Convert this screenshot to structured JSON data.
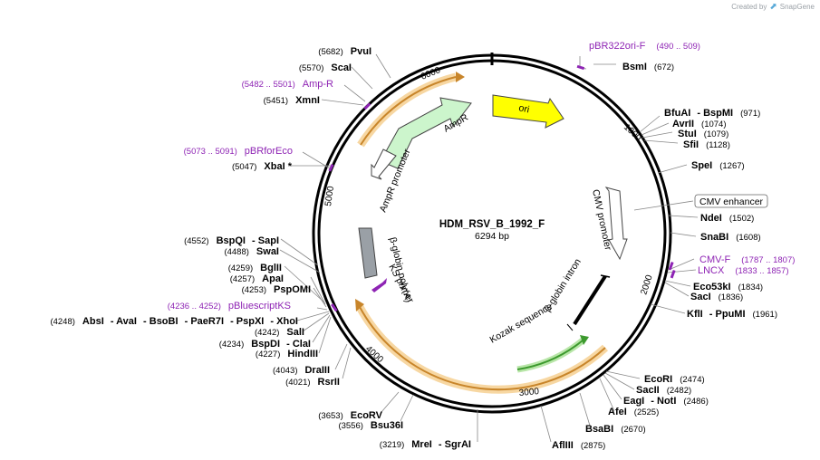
{
  "title": "HDM_RSV_B_1992_F",
  "length": "6294 bp",
  "credit": {
    "prefix": "Created by",
    "brand": "SnapGene"
  },
  "ticks": [
    "1000",
    "2000",
    "3000",
    "4000",
    "5000",
    "6000"
  ],
  "enzymes": [
    {
      "name": "BsmI",
      "pos": "(672)"
    },
    {
      "name": "BfuAI",
      "pos": ""
    },
    {
      "name": "BspMI",
      "pos": "(971)"
    },
    {
      "name": "AvrII",
      "pos": "(1074)"
    },
    {
      "name": "StuI",
      "pos": "(1079)"
    },
    {
      "name": "SfiI",
      "pos": "(1128)"
    },
    {
      "name": "SpeI",
      "pos": "(1267)"
    },
    {
      "name": "NdeI",
      "pos": "(1502)"
    },
    {
      "name": "SnaBI",
      "pos": "(1608)"
    },
    {
      "name": "Eco53kI",
      "pos": "(1834)"
    },
    {
      "name": "SacI",
      "pos": "(1836)"
    },
    {
      "name": "KflI",
      "pos": ""
    },
    {
      "name": "PpuMI",
      "pos": "(1961)"
    },
    {
      "name": "EcoRI",
      "pos": "(2474)"
    },
    {
      "name": "SacII",
      "pos": "(2482)"
    },
    {
      "name": "EagI",
      "pos": ""
    },
    {
      "name": "NotI",
      "pos": "(2486)"
    },
    {
      "name": "AfeI",
      "pos": "(2525)"
    },
    {
      "name": "BsaBI",
      "pos": "(2670)"
    },
    {
      "name": "AflIII",
      "pos": "(2875)"
    },
    {
      "name": "MreI",
      "pos": "(3219)"
    },
    {
      "name": "SgrAI",
      "pos": ""
    },
    {
      "name": "Bsu36I",
      "pos": "(3556)"
    },
    {
      "name": "EcoRV",
      "pos": "(3653)"
    },
    {
      "name": "RsrII",
      "pos": "(4021)"
    },
    {
      "name": "DraIII",
      "pos": "(4043)"
    },
    {
      "name": "HindIII",
      "pos": "(4227)"
    },
    {
      "name": "BspDI",
      "pos": "(4234)"
    },
    {
      "name": "ClaI",
      "pos": ""
    },
    {
      "name": "SalI",
      "pos": "(4242)"
    },
    {
      "name": "AbsI",
      "pos": "(4248)"
    },
    {
      "name": "AvaI",
      "pos": ""
    },
    {
      "name": "BsoBI",
      "pos": ""
    },
    {
      "name": "PaeR7I",
      "pos": ""
    },
    {
      "name": "PspXI",
      "pos": ""
    },
    {
      "name": "XhoI",
      "pos": ""
    },
    {
      "name": "PspOMI",
      "pos": "(4253)"
    },
    {
      "name": "ApaI",
      "pos": "(4257)"
    },
    {
      "name": "BglII",
      "pos": "(4259)"
    },
    {
      "name": "SwaI",
      "pos": "(4488)"
    },
    {
      "name": "BspQI",
      "pos": "(4552)"
    },
    {
      "name": "SapI",
      "pos": ""
    },
    {
      "name": "XbaI *",
      "pos": "(5047)"
    },
    {
      "name": "XmnI",
      "pos": "(5451)"
    },
    {
      "name": "ScaI",
      "pos": "(5570)"
    },
    {
      "name": "PvuI",
      "pos": "(5682)"
    }
  ],
  "primers": [
    {
      "name": "pBR322ori-F",
      "pos": "(490 .. 509)"
    },
    {
      "name": "CMV-F",
      "pos": "(1787 .. 1807)"
    },
    {
      "name": "LNCX",
      "pos": "(1833 .. 1857)"
    },
    {
      "name": "pBluescriptKS",
      "pos": "(4236 .. 4252)"
    },
    {
      "name": "pBRforEco",
      "pos": "(5073 .. 5091)"
    },
    {
      "name": "Amp-R",
      "pos": "(5482 .. 5501)"
    }
  ],
  "features": {
    "ori": "ori",
    "cmv_enhancer": "CMV enhancer",
    "cmv_promoter": "CMV promoter",
    "beta_globin_intron": "β-globin intron",
    "kozak": "Kozak sequence",
    "ks_primer": "KS primer",
    "beta_globin_polya": "β-globin poly(A)",
    "ampr_promoter": "AmpR promoter",
    "ampr": "AmpR"
  },
  "colors": {
    "backbone": "#000000",
    "ori": "#ffff00",
    "ampr": "#ccf5cc",
    "polya": "#9aa0a6",
    "primer": "#8e24b4",
    "orf_highlight": "#f7d7a2",
    "orf_line": "#c8852a",
    "green_arrow": "#3d9a2e"
  }
}
